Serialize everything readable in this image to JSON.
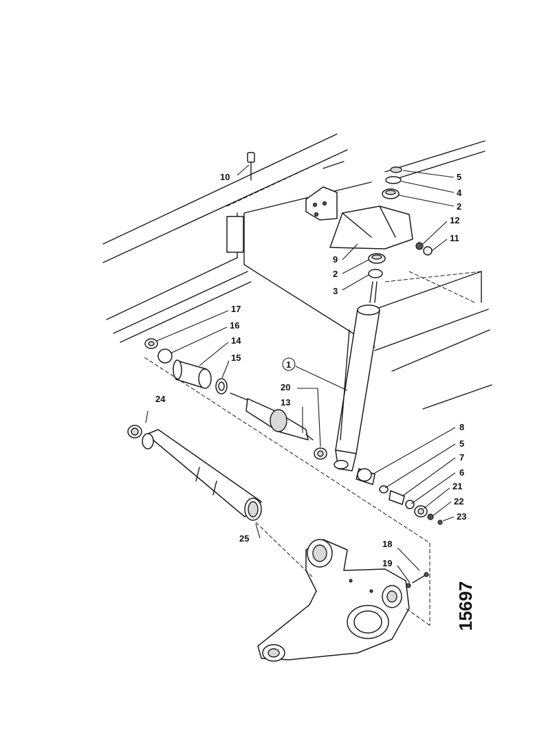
{
  "callouts": {
    "c1": "1",
    "c2a": "2",
    "c2b": "2",
    "c3": "3",
    "c4": "4",
    "c5a": "5",
    "c5b": "5",
    "c6": "6",
    "c7": "7",
    "c8": "8",
    "c9": "9",
    "c10": "10",
    "c11": "11",
    "c12": "12",
    "c13": "13",
    "c14": "14",
    "c15": "15",
    "c16": "16",
    "c17": "17",
    "c18": "18",
    "c19": "19",
    "c20": "20",
    "c21": "21",
    "c22": "22",
    "c23": "23",
    "c24": "24",
    "c25": "25"
  },
  "reference_number": "15697"
}
